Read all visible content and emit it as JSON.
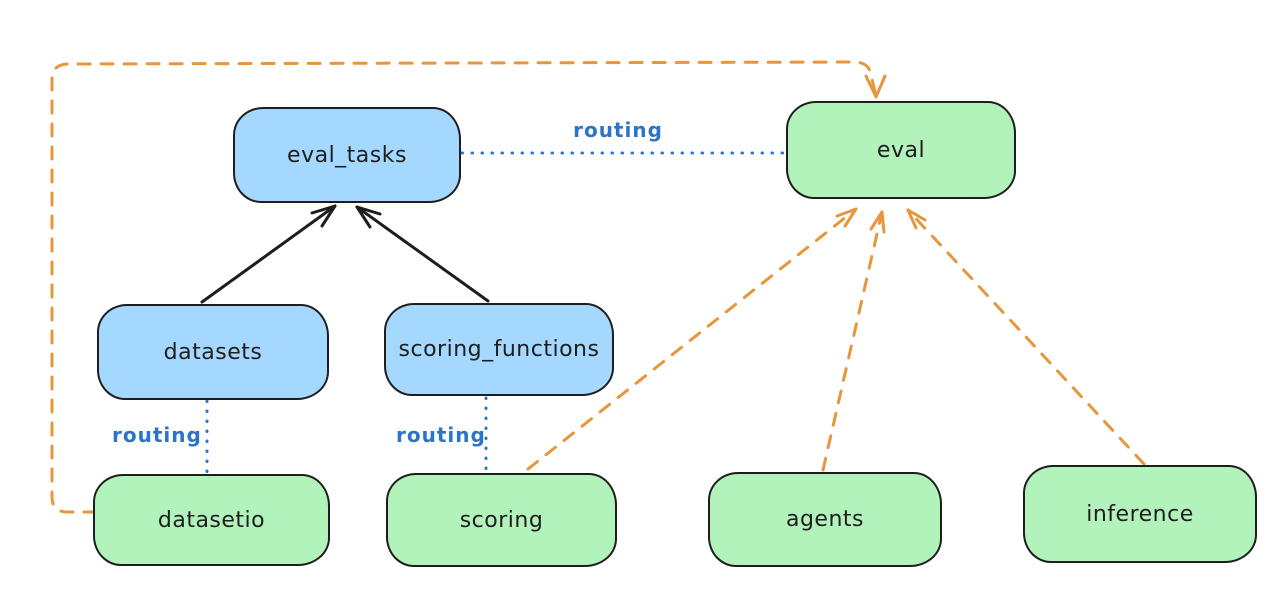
{
  "diagram": {
    "kind": "hand-drawn flow diagram",
    "background": "#ffffff",
    "colors": {
      "resource_box_fill": "#a5d8ff",
      "provider_box_fill": "#b2f2bb",
      "box_stroke": "#1e1e1e",
      "solid_arrow": "#1e1e1e",
      "routing_blue": "#2b74c8",
      "provider_orange": "#e8963c"
    },
    "nodes": {
      "eval_tasks": {
        "label": "eval_tasks",
        "fill": "#a5d8ff"
      },
      "eval": {
        "label": "eval",
        "fill": "#b2f2bb"
      },
      "datasets": {
        "label": "datasets",
        "fill": "#a5d8ff"
      },
      "scoring_functions": {
        "label": "scoring_functions",
        "fill": "#a5d8ff"
      },
      "datasetio": {
        "label": "datasetio",
        "fill": "#b2f2bb"
      },
      "scoring": {
        "label": "scoring",
        "fill": "#b2f2bb"
      },
      "agents": {
        "label": "agents",
        "fill": "#b2f2bb"
      },
      "inference": {
        "label": "inference",
        "fill": "#b2f2bb"
      }
    },
    "edges": [
      {
        "from": "datasets",
        "to": "eval_tasks",
        "style": "solid-arrow",
        "color": "#1e1e1e"
      },
      {
        "from": "scoring_functions",
        "to": "eval_tasks",
        "style": "solid-arrow",
        "color": "#1e1e1e"
      },
      {
        "from": "eval_tasks",
        "to": "eval",
        "style": "dotted-line",
        "color": "#2b74c8",
        "label": "routing"
      },
      {
        "from": "datasets",
        "to": "datasetio",
        "style": "dotted-line",
        "color": "#2b74c8",
        "label": "routing"
      },
      {
        "from": "scoring_functions",
        "to": "scoring",
        "style": "dotted-line",
        "color": "#2b74c8",
        "label": "routing"
      },
      {
        "from": "datasetio",
        "to": "eval",
        "style": "dashed-arrow",
        "color": "#e8963c"
      },
      {
        "from": "scoring",
        "to": "eval",
        "style": "dashed-arrow",
        "color": "#e8963c"
      },
      {
        "from": "agents",
        "to": "eval",
        "style": "dashed-arrow",
        "color": "#e8963c"
      },
      {
        "from": "inference",
        "to": "eval",
        "style": "dashed-arrow",
        "color": "#e8963c"
      }
    ],
    "edge_labels": {
      "routing_top": "routing",
      "routing_left": "routing",
      "routing_middle": "routing"
    }
  }
}
